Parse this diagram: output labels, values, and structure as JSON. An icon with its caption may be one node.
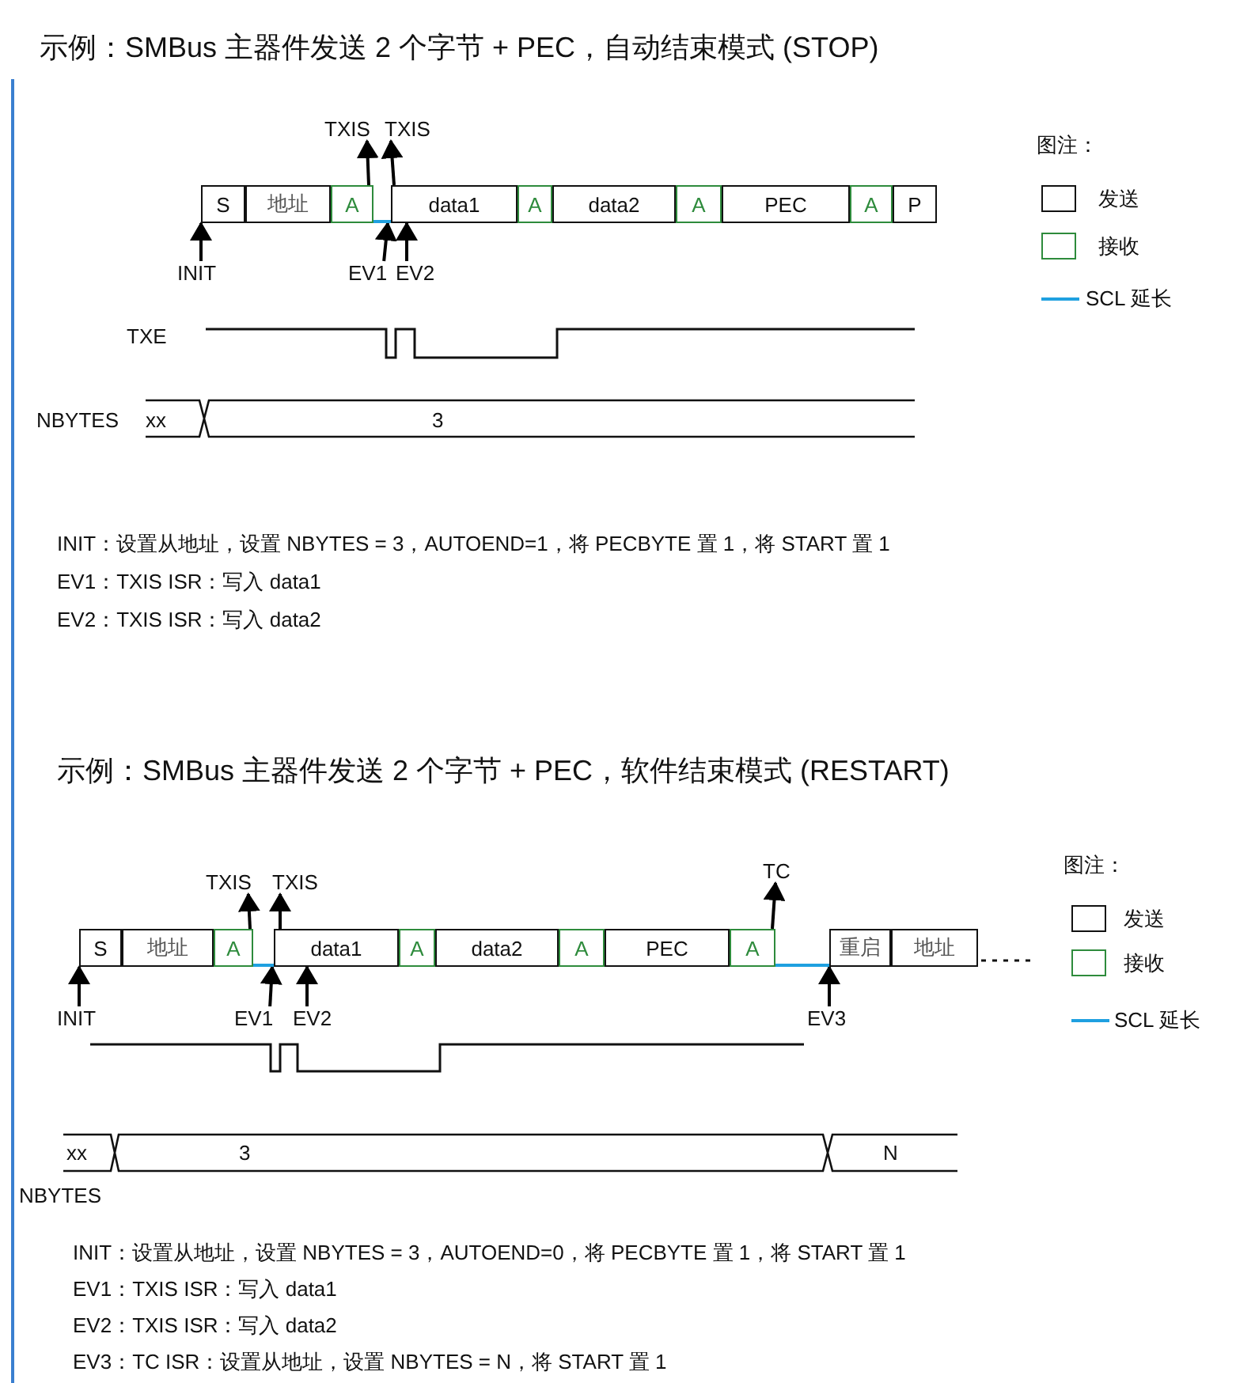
{
  "diagram": {
    "nodes": [
      {
        "text": [
          "S"
        ]
      },
      {
        "text": [
          "地址"
        ]
      },
      {
        "text": [
          "A"
        ]
      },
      {
        "text": [
          "data1"
        ]
      },
      {
        "text": [
          "A"
        ]
      },
      {
        "text": [
          "data2"
        ]
      },
      {
        "text": [
          "A"
        ]
      },
      {
        "text": [
          "PEC"
        ]
      },
      {
        "text": [
          "A"
        ]
      },
      {
        "text": [
          "P"
        ]
      },
      {
        "text": [
          "TXIS"
        ]
      },
      {
        "text": [
          "TXIS"
        ]
      },
      {
        "text": [
          "INIT"
        ]
      },
      {
        "text": [
          "EV1"
        ]
      },
      {
        "text": [
          "EV2"
        ]
      },
      {
        "text": [
          "S"
        ]
      },
      {
        "text": [
          "地址"
        ]
      },
      {
        "text": [
          "A"
        ]
      },
      {
        "text": [
          "data1"
        ]
      },
      {
        "text": [
          "A"
        ]
      },
      {
        "text": [
          "data2"
        ]
      },
      {
        "text": [
          "A"
        ]
      },
      {
        "text": [
          "PEC"
        ]
      },
      {
        "text": [
          "A"
        ]
      },
      {
        "text": [
          "重启"
        ]
      },
      {
        "text": [
          "地址"
        ]
      },
      {
        "text": [
          "TXIS"
        ]
      },
      {
        "text": [
          "TXIS"
        ]
      },
      {
        "text": [
          "TC"
        ]
      },
      {
        "text": [
          "INIT"
        ]
      },
      {
        "text": [
          "EV1"
        ]
      },
      {
        "text": [
          "EV2"
        ]
      },
      {
        "text": [
          "EV3"
        ]
      }
    ],
    "edges": [
      {
        "from": 2,
        "to": 10,
        "arrow": "to"
      },
      {
        "from": 3,
        "to": 11,
        "arrow": "to"
      },
      {
        "from": 12,
        "to": null,
        "arrow": "to"
      },
      {
        "from": 13,
        "to": null,
        "arrow": "to"
      },
      {
        "from": 14,
        "to": null,
        "arrow": "to"
      },
      {
        "from": 17,
        "to": 26,
        "arrow": "to"
      },
      {
        "from": 18,
        "to": 27,
        "arrow": "to"
      },
      {
        "from": 23,
        "to": 28,
        "arrow": "to"
      },
      {
        "from": 29,
        "to": null,
        "arrow": "to"
      },
      {
        "from": 30,
        "to": null,
        "arrow": "to"
      },
      {
        "from": 31,
        "to": null,
        "arrow": "to"
      },
      {
        "from": 32,
        "to": null,
        "arrow": "to"
      },
      {
        "from": 2,
        "to": 3,
        "arrow": "none",
        "color": "#1fa0e0"
      },
      {
        "from": 17,
        "to": 18,
        "arrow": "none",
        "color": "#1fa0e0"
      },
      {
        "from": 23,
        "to": 24,
        "arrow": "none",
        "color": "#1fa0e0"
      }
    ],
    "labels": [
      "示例：SMBus 主器件发送 2 个字节 + PEC，自动结束模式 (STOP)",
      "图注：",
      "TXE",
      "NBYTES",
      "xx",
      "3",
      "INIT：设置从地址，设置 NBYTES = 3，AUTOEND=1，将 PECBYTE 置 1，将 START 置 1",
      "EV1：TXIS ISR：写入 data1",
      "EV2：TXIS ISR：写入 data2",
      "示例：SMBus 主器件发送 2 个字节 + PEC，软件结束模式 (RESTART)",
      "图注：",
      "xx",
      "3",
      "N",
      "NBYTES",
      "INIT：设置从地址，设置 NBYTES = 3，AUTOEND=0，将 PECBYTE 置 1，将 START 置 1",
      "EV1：TXIS ISR：写入 data1",
      "EV2：TXIS ISR：写入 data2",
      "EV3：TC ISR：设置从地址，设置 NBYTES = N，将 START 置 1"
    ],
    "legend": [
      {
        "text": "发送"
      },
      {
        "text": "接收"
      },
      {
        "text": "SCL 延长"
      },
      {
        "text": "发送"
      },
      {
        "text": "接收"
      },
      {
        "text": "SCL 延长"
      }
    ]
  }
}
